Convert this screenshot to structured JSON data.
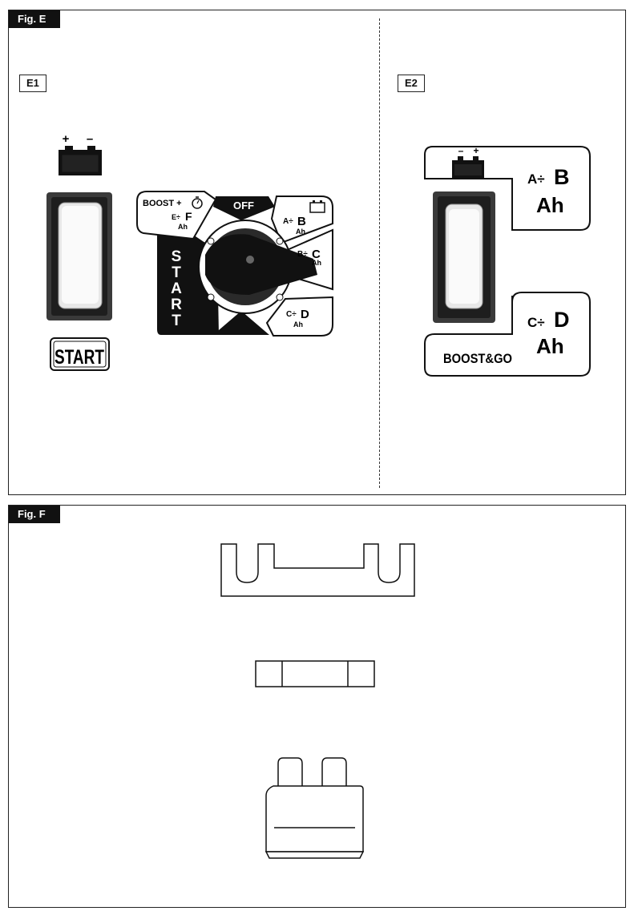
{
  "fig_e": {
    "tab": "Fig. E",
    "e1": {
      "label": "E1",
      "start_badge": "START",
      "dial": {
        "boost_label": "BOOST +",
        "ef_prefix": "E÷",
        "ef_letter": "F",
        "ef_unit": "Ah",
        "off_label": "OFF",
        "ab_prefix": "A÷",
        "ab_letter": "B",
        "ab_unit": "Ah",
        "bc_prefix": "B÷",
        "bc_letter": "C",
        "bc_unit": "Ah",
        "cd_prefix": "C÷",
        "cd_letter": "D",
        "cd_unit": "Ah",
        "start_letters": [
          "S",
          "T",
          "A",
          "R",
          "T"
        ]
      },
      "battery_signs": {
        "plus": "+",
        "minus": "–"
      }
    },
    "e2": {
      "label": "E2",
      "ab_prefix": "A÷",
      "ab_letter": "B",
      "ab_unit": "Ah",
      "cd_prefix": "C÷",
      "cd_letter": "D",
      "cd_unit": "Ah",
      "boost_go": "BOOST&GO",
      "battery_signs": {
        "plus": "+",
        "minus": "–"
      }
    }
  },
  "fig_f": {
    "tab": "Fig. F"
  },
  "icons": [
    "battery-icon",
    "stopwatch-icon",
    "rocker-switch-icon",
    "fuse-strip-icon",
    "glass-fuse-icon",
    "blade-fuse-icon"
  ]
}
